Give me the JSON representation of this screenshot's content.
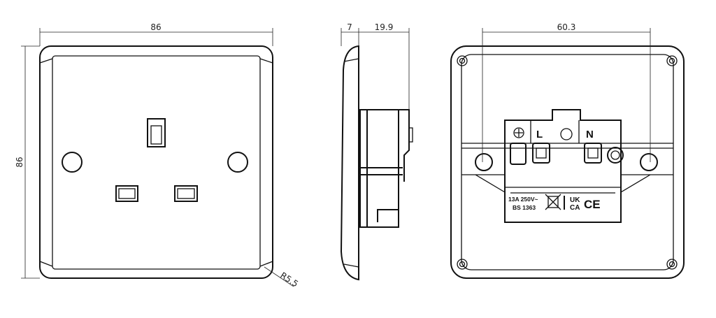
{
  "title": "13A single socket outlet technical drawing",
  "front_view": {
    "width_dim": "86",
    "height_dim": "86",
    "radius_dim": "R5.5"
  },
  "side_view": {
    "plate_depth_dim": "7",
    "body_depth_dim": "19.9"
  },
  "back_view": {
    "fixing_centres_dim": "60.3",
    "terminal_labels": {
      "earth": "⊕",
      "live": "L",
      "neutral": "N"
    },
    "rating_line1": "13A 250V~",
    "rating_line2": "BS 1363",
    "marks": {
      "ukca_top": "UK",
      "ukca_bottom": "CA",
      "ce": "CE"
    }
  }
}
